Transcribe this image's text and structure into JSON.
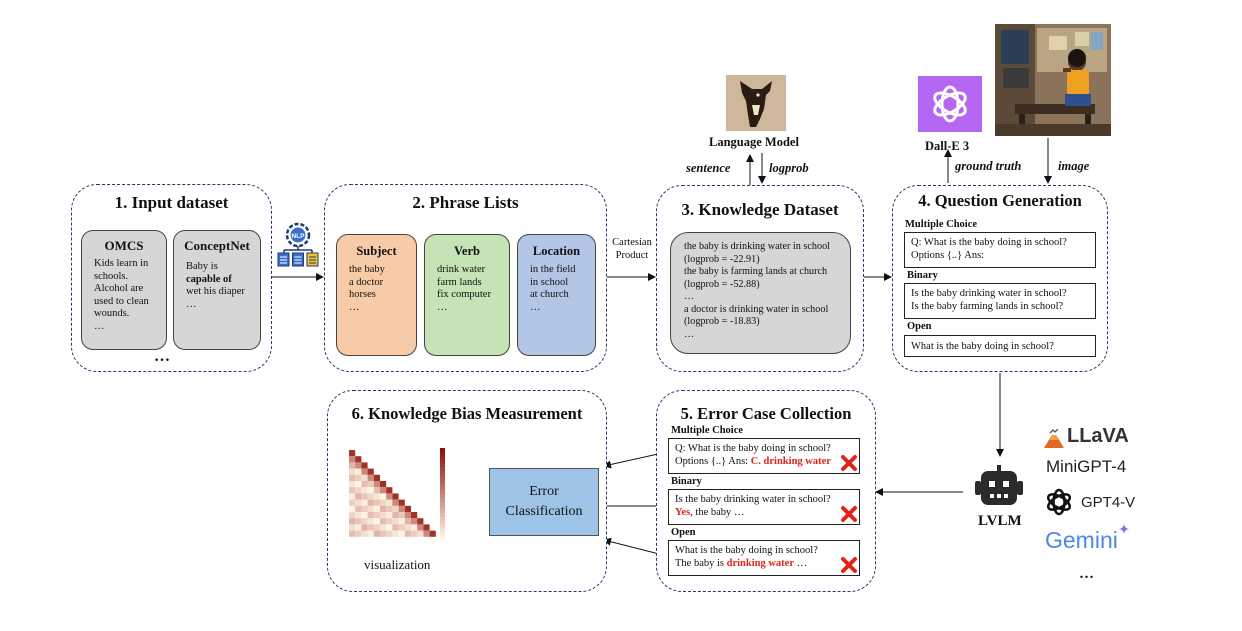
{
  "panel1": {
    "title": "1. Input dataset",
    "omcs": {
      "title": "OMCS",
      "lines": [
        "Kids learn in",
        "schools.",
        "Alcohol are",
        "used to clean",
        "wounds.",
        "…"
      ]
    },
    "conceptnet": {
      "title": "ConceptNet",
      "line1": "Baby is",
      "line2_bold": "capable of",
      "line3": "wet his diaper",
      "line4": "…"
    },
    "more": "…"
  },
  "panel2": {
    "title": "2. Phrase Lists",
    "subject": {
      "title": "Subject",
      "items": [
        "the baby",
        "a doctor",
        "horses",
        "…"
      ]
    },
    "verb": {
      "title": "Verb",
      "items": [
        "drink water",
        "farm lands",
        "fix computer",
        "…"
      ]
    },
    "location": {
      "title": "Location",
      "items": [
        "in the field",
        "in school",
        "at church",
        "…"
      ]
    },
    "nlp_icon_label": "NLP"
  },
  "cartesian": {
    "line1": "Cartesian",
    "line2": "Product"
  },
  "panel3": {
    "title": "3. Knowledge Dataset",
    "lines": [
      "the baby is drinking water in school",
      "(logprob = -22.91)",
      "the baby is farming lands at church",
      "(logprob = -52.88)",
      "…",
      "a doctor is drinking water in school",
      "(logprob = -18.83)",
      "…"
    ]
  },
  "language_model": {
    "label": "Language Model",
    "sentence": "sentence",
    "logprob": "logprob"
  },
  "dalle": {
    "label": "Dall-E 3",
    "ground_truth": "ground truth",
    "image": "image"
  },
  "panel4": {
    "title": "4. Question Generation",
    "mc_label": "Multiple Choice",
    "mc_lines": [
      "Q: What is the baby doing in school?",
      "Options {..} Ans:"
    ],
    "binary_label": "Binary",
    "binary_lines": [
      "Is the baby drinking water in school?",
      "Is the baby farming lands in school?"
    ],
    "open_label": "Open",
    "open_line": "What is the baby doing in school?"
  },
  "panel5": {
    "title": "5. Error Case Collection",
    "mc_label": "Multiple Choice",
    "mc_line1": "Q: What is the baby doing in school?",
    "mc_line2_prefix": "Options {..} Ans: ",
    "mc_line2_red": "C. drinking water",
    "binary_label": "Binary",
    "binary_line1": "Is the baby drinking water in school?",
    "binary_line2_red": "Yes",
    "binary_line2_suffix": ", the baby …",
    "open_label": "Open",
    "open_line1": "What is the baby doing in school?",
    "open_line2_prefix": "The baby is ",
    "open_line2_red": "drinking water",
    "open_line2_suffix": " …"
  },
  "panel6": {
    "title": "6. Knowledge Bias Measurement",
    "error_box_line1": "Error",
    "error_box_line2": "Classification",
    "viz_label": "visualization"
  },
  "lvlm": {
    "label": "LVLM"
  },
  "models": {
    "llava": "LLaVA",
    "minigpt": "MiniGPT-4",
    "gpt4v": "GPT4-V",
    "gemini": "Gemini",
    "more": "…"
  },
  "colors": {
    "panel_border": "#1f3a6b",
    "subject": "#f7cba8",
    "verb": "#c5e3b4",
    "location": "#b3c6e6",
    "gray_box": "#d6d6d6",
    "error_box": "#9dc3e6",
    "red": "#e0241b",
    "openai_purple": "#b566f2",
    "gemini_blue": "#4f86e8"
  }
}
